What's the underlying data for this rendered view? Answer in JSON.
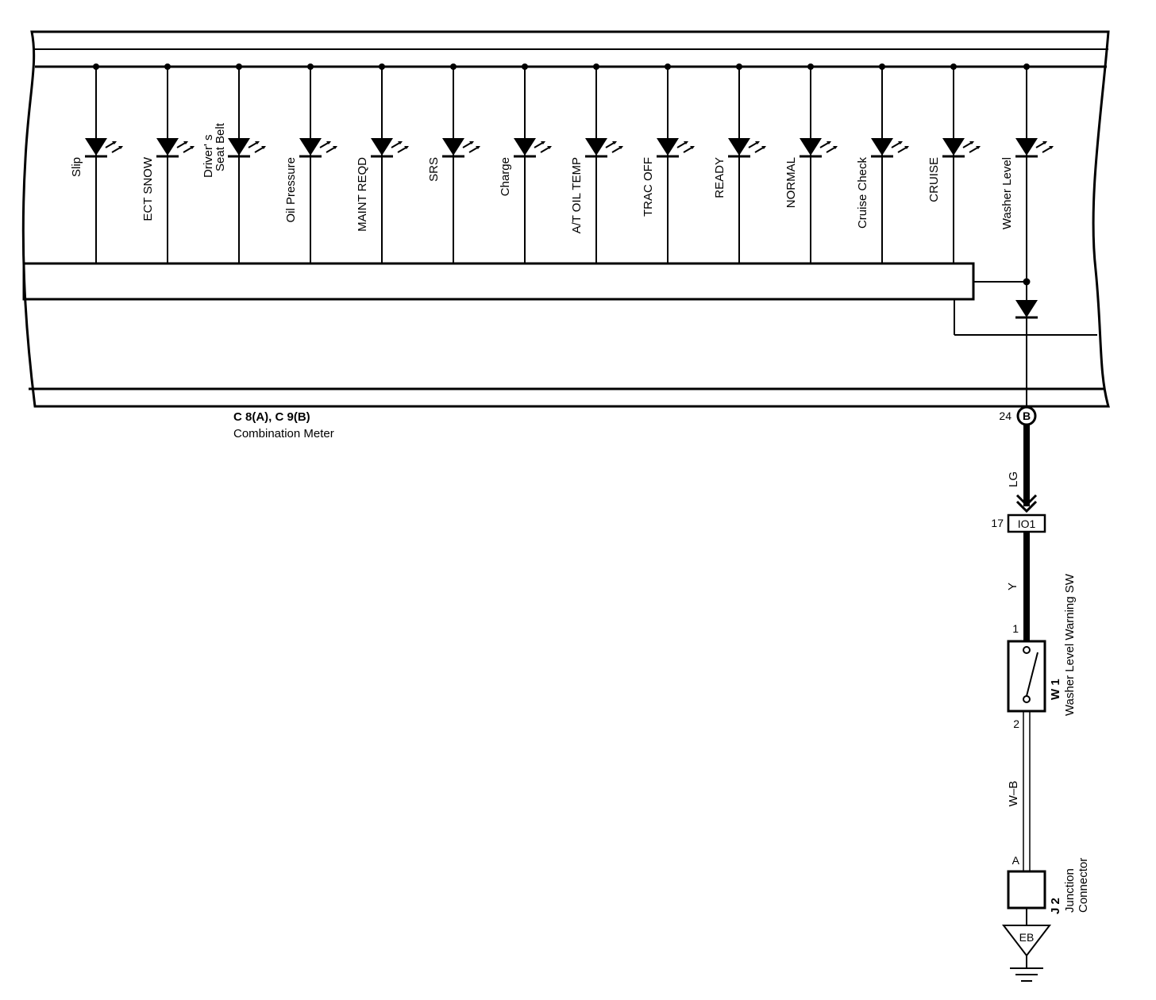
{
  "meter": {
    "connector_label": "C 8(A), C 9(B)",
    "component_name": "Combination Meter"
  },
  "indicators": [
    {
      "label": "Slip"
    },
    {
      "label": "ECT SNOW"
    },
    {
      "label": "Driver' s",
      "label2": "Seat Belt"
    },
    {
      "label": "Oil Pressure"
    },
    {
      "label": "MAINT REQD"
    },
    {
      "label": "SRS"
    },
    {
      "label": "Charge"
    },
    {
      "label": "A/T OIL TEMP"
    },
    {
      "label": "TRAC OFF"
    },
    {
      "label": "READY"
    },
    {
      "label": "NORMAL"
    },
    {
      "label": "Cruise Check"
    },
    {
      "label": "CRUISE"
    },
    {
      "label": "Washer Level"
    }
  ],
  "connectors": {
    "meter_pin": "24",
    "meter_pin_letter": "B",
    "wire_lg": "LG",
    "io_pin": "17",
    "io_label": "IO1",
    "wire_y": "Y",
    "sw_pin1": "1",
    "sw_pin2": "2",
    "wire_wb": "W–B",
    "junction_pin": "A",
    "ground_label": "EB"
  },
  "switch": {
    "code": "W 1",
    "name": "Washer Level Warning SW"
  },
  "junction": {
    "code": "J 2",
    "name_line1": "Junction",
    "name_line2": "Connector"
  }
}
